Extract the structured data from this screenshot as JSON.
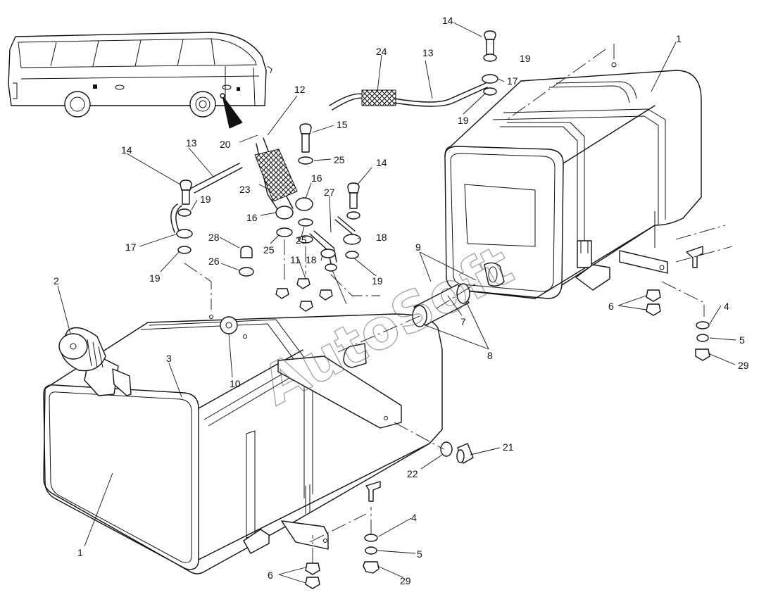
{
  "watermark": "AutoSoft",
  "callouts": [
    "1",
    "1",
    "2",
    "3",
    "4",
    "4",
    "5",
    "5",
    "6",
    "6",
    "7",
    "8",
    "9",
    "10",
    "11",
    "12",
    "13",
    "13",
    "14",
    "14",
    "14",
    "15",
    "16",
    "16",
    "17",
    "17",
    "18",
    "18",
    "19",
    "19",
    "19",
    "19",
    "19",
    "20",
    "21",
    "22",
    "23",
    "24",
    "25",
    "25",
    "25",
    "26",
    "27",
    "28",
    "29",
    "29"
  ]
}
